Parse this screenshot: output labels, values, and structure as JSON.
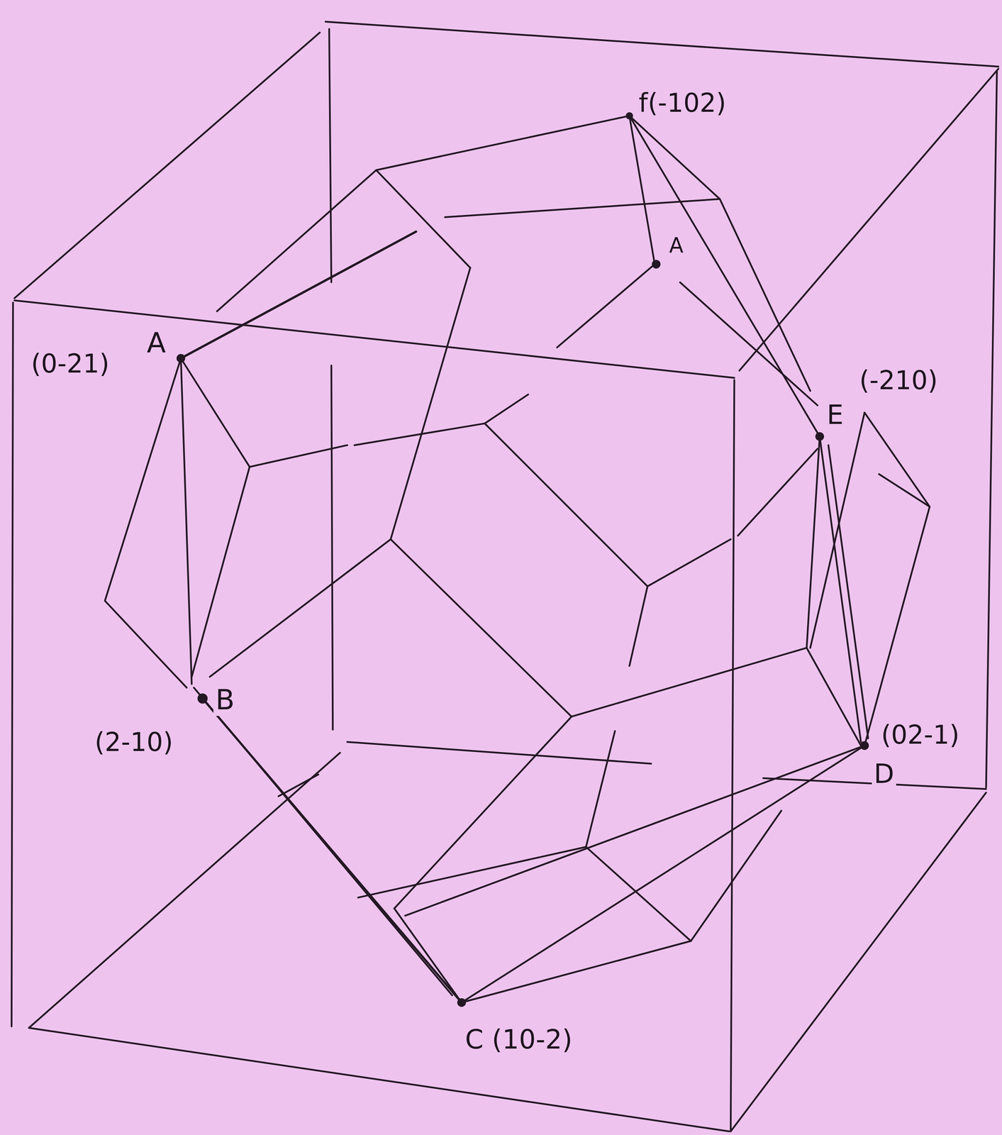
{
  "diagram": {
    "labels": [
      "f(-102)",
      "A",
      "(0-21)",
      "A",
      "E",
      "(-210)",
      "B",
      "(2-10)",
      "D",
      "(02-1)",
      "C (10-2)"
    ]
  }
}
